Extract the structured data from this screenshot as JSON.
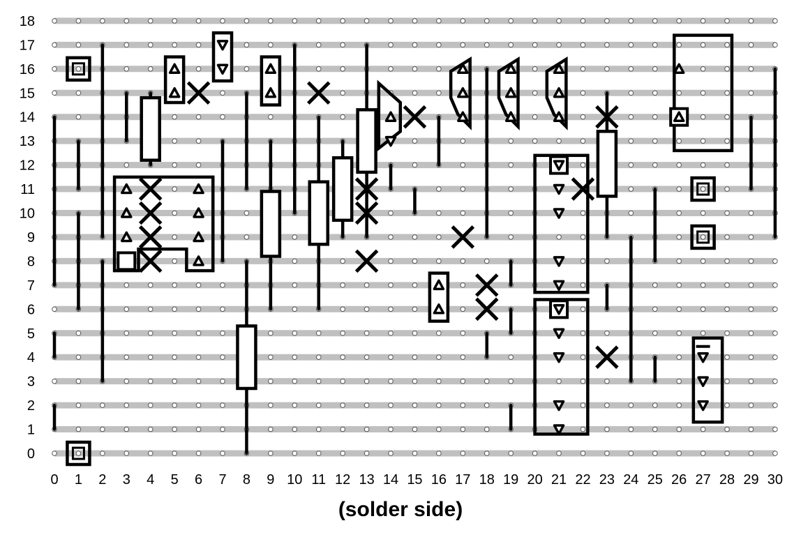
{
  "caption": "(solder side)",
  "x_labels": [
    "0",
    "1",
    "2",
    "3",
    "4",
    "5",
    "6",
    "7",
    "8",
    "9",
    "10",
    "11",
    "12",
    "13",
    "14",
    "15",
    "16",
    "17",
    "18",
    "19",
    "20",
    "21",
    "22",
    "23",
    "24",
    "25",
    "26",
    "27",
    "28",
    "29",
    "30"
  ],
  "y_labels": [
    "0",
    "1",
    "2",
    "3",
    "4",
    "5",
    "6",
    "7",
    "8",
    "9",
    "10",
    "11",
    "12",
    "13",
    "14",
    "15",
    "16",
    "17",
    "18"
  ],
  "colors": {
    "strip": "#c0c0c0",
    "ink": "#000000",
    "hole": "#ffffff"
  },
  "grid": {
    "columns": 31,
    "rows": 19
  },
  "links": [
    [
      0,
      7,
      0,
      14
    ],
    [
      0,
      4,
      0,
      5
    ],
    [
      0,
      1,
      0,
      2
    ],
    [
      1,
      6,
      1,
      10
    ],
    [
      1,
      11,
      1,
      13
    ],
    [
      2,
      3,
      2,
      8
    ],
    [
      2,
      9,
      2,
      17
    ],
    [
      3,
      13,
      3,
      15
    ],
    [
      4,
      12,
      4,
      15
    ],
    [
      7,
      8,
      7,
      13
    ],
    [
      8,
      0,
      8,
      8
    ],
    [
      8,
      11,
      8,
      15
    ],
    [
      9,
      6,
      9,
      13
    ],
    [
      10,
      10,
      10,
      17
    ],
    [
      11,
      6,
      11,
      14
    ],
    [
      12,
      9,
      12,
      13
    ],
    [
      13,
      9,
      13,
      17
    ],
    [
      14,
      11,
      14,
      12
    ],
    [
      15,
      10,
      15,
      11
    ],
    [
      16,
      12,
      16,
      14
    ],
    [
      18,
      4,
      18,
      5
    ],
    [
      18,
      9,
      18,
      16
    ],
    [
      19,
      1,
      19,
      2
    ],
    [
      19,
      5,
      19,
      6
    ],
    [
      19,
      7,
      19,
      8
    ],
    [
      23,
      6,
      23,
      7
    ],
    [
      23,
      9,
      23,
      15
    ],
    [
      24,
      3,
      24,
      9
    ],
    [
      25,
      3,
      25,
      4
    ],
    [
      25,
      8,
      25,
      11
    ],
    [
      29,
      11,
      29,
      14
    ],
    [
      30,
      9,
      30,
      16
    ]
  ],
  "boxes": [
    [
      4,
      12.2,
      4,
      14.8
    ],
    [
      5,
      14.6,
      5,
      16.5
    ],
    [
      7,
      15.5,
      7,
      17.5
    ],
    [
      9,
      14.5,
      9,
      16.5
    ],
    [
      9,
      8.2,
      9,
      10.9
    ],
    [
      11,
      8.7,
      11,
      11.3
    ],
    [
      12,
      9.7,
      12,
      12.3
    ],
    [
      13,
      11.7,
      13,
      14.3
    ],
    [
      16,
      5.5,
      16,
      7.5
    ],
    [
      8,
      2.7,
      8,
      5.3
    ],
    [
      23,
      10.7,
      23,
      13.4
    ]
  ],
  "frames": [
    [
      25.8,
      12.6,
      28.2,
      17.4
    ],
    [
      20,
      6.7,
      22.2,
      12.4
    ],
    [
      20,
      0.8,
      22.2,
      6.4
    ],
    [
      26.6,
      1.3,
      27.8,
      4.8
    ]
  ],
  "ic_outline": [
    [
      2.5,
      11.5
    ],
    [
      6.6,
      11.5
    ],
    [
      6.6,
      7.6
    ],
    [
      5.5,
      7.6
    ],
    [
      5.5,
      8.5
    ],
    [
      3.5,
      8.5
    ],
    [
      3.5,
      7.6
    ],
    [
      2.5,
      7.6
    ]
  ],
  "pentagons": [
    [
      [
        13.5,
        15.4
      ],
      [
        14.4,
        14.6
      ],
      [
        14.4,
        13.4
      ],
      [
        13.5,
        12.7
      ]
    ],
    [
      [
        17.3,
        16.4
      ],
      [
        17.3,
        13.6
      ],
      [
        16.8,
        14.1
      ],
      [
        16.5,
        14.8
      ],
      [
        16.5,
        15.9
      ]
    ],
    [
      [
        19.3,
        16.4
      ],
      [
        19.3,
        13.6
      ],
      [
        18.8,
        14.1
      ],
      [
        18.5,
        14.8
      ],
      [
        18.5,
        15.9
      ]
    ],
    [
      [
        21.3,
        16.4
      ],
      [
        21.3,
        13.6
      ],
      [
        20.8,
        14.1
      ],
      [
        20.5,
        14.8
      ],
      [
        20.5,
        15.9
      ]
    ]
  ],
  "crosses": [
    [
      6,
      15
    ],
    [
      11,
      15
    ],
    [
      15,
      14
    ],
    [
      23,
      14
    ],
    [
      22,
      11
    ],
    [
      4,
      11
    ],
    [
      4,
      10
    ],
    [
      4,
      9
    ],
    [
      4,
      8
    ],
    [
      13,
      11
    ],
    [
      13,
      10
    ],
    [
      13,
      8
    ],
    [
      17,
      9
    ],
    [
      18,
      7
    ],
    [
      18,
      6
    ],
    [
      23,
      4
    ]
  ],
  "pads_sq": [
    [
      1,
      16
    ],
    [
      1,
      0
    ],
    [
      27,
      11
    ],
    [
      27,
      9
    ]
  ],
  "small_sq": [
    [
      3,
      8
    ],
    [
      26,
      14
    ],
    [
      21,
      12
    ],
    [
      21,
      6
    ]
  ],
  "tri_up": [
    [
      3,
      11
    ],
    [
      3,
      10
    ],
    [
      3,
      9
    ],
    [
      6,
      11
    ],
    [
      6,
      10
    ],
    [
      6,
      9
    ],
    [
      6,
      8
    ],
    [
      5,
      16
    ],
    [
      5,
      15
    ],
    [
      9,
      16
    ],
    [
      9,
      15
    ],
    [
      14,
      14
    ],
    [
      17,
      16
    ],
    [
      17,
      15
    ],
    [
      17,
      14
    ],
    [
      19,
      16
    ],
    [
      19,
      15
    ],
    [
      19,
      14
    ],
    [
      21,
      16
    ],
    [
      21,
      15
    ],
    [
      21,
      14
    ],
    [
      16,
      7
    ],
    [
      16,
      6
    ],
    [
      26,
      16
    ],
    [
      26,
      14
    ]
  ],
  "tri_down": [
    [
      7,
      17
    ],
    [
      7,
      16
    ],
    [
      14,
      13
    ],
    [
      21,
      12
    ],
    [
      21,
      11
    ],
    [
      21,
      10
    ],
    [
      21,
      8
    ],
    [
      21,
      7
    ],
    [
      21,
      6
    ],
    [
      21,
      5
    ],
    [
      21,
      4
    ],
    [
      21,
      2
    ],
    [
      21,
      1
    ],
    [
      27,
      4
    ],
    [
      27,
      3
    ],
    [
      27,
      2
    ]
  ],
  "dashes": [
    [
      8,
      5.3
    ],
    [
      27,
      4.45
    ]
  ]
}
